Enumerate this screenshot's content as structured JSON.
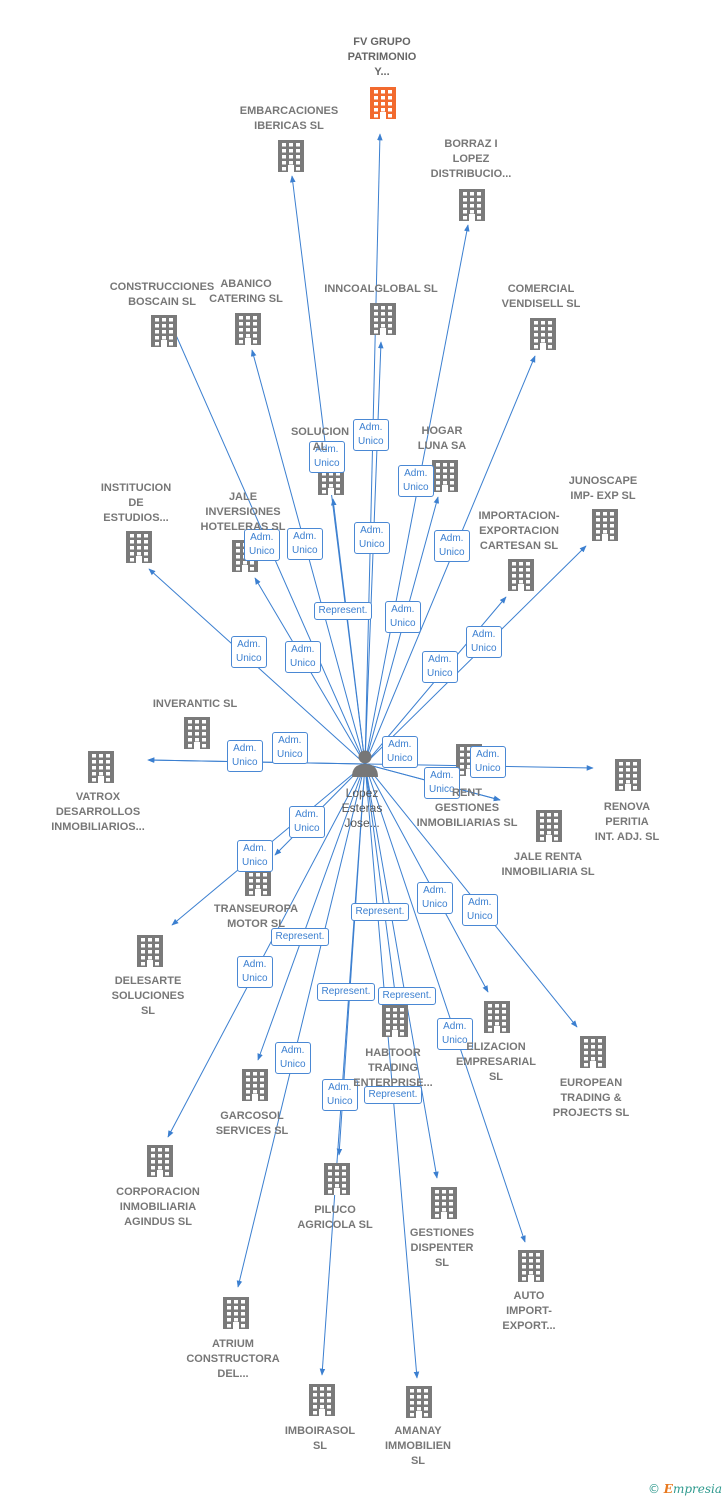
{
  "colors": {
    "edge": "#3b7fd0",
    "building": "#7a7a7a",
    "focus_building": "#f26a2e",
    "person": "#777777"
  },
  "person": {
    "label": "Lopez\nEsteras\nJose..."
  },
  "companies": [
    {
      "id": "fv",
      "label": "FV GRUPO\nPATRIMONIO\nY...",
      "focus": true
    },
    {
      "id": "embarcaciones",
      "label": "EMBARCACIONES\nIBERICAS SL"
    },
    {
      "id": "borraz",
      "label": "BORRAZ I\nLOPEZ\nDISTRIBUCIO..."
    },
    {
      "id": "construcciones",
      "label": "CONSTRUCCIONES\nBOSCAIN  SL"
    },
    {
      "id": "abanico",
      "label": "ABANICO\nCATERING SL"
    },
    {
      "id": "inncoal",
      "label": "INNCOALGLOBAL SL"
    },
    {
      "id": "comercial",
      "label": "COMERCIAL\nVENDISELL SL"
    },
    {
      "id": "solucion",
      "label": "SOLUCION\nAL"
    },
    {
      "id": "hogar",
      "label": "HOGAR\nLUNA SA"
    },
    {
      "id": "institucion",
      "label": "INSTITUCION\nDE\nESTUDIOS..."
    },
    {
      "id": "jale_inv",
      "label": "JALE\nINVERSIONES\nHOTELERAS SL"
    },
    {
      "id": "junoscape",
      "label": "JUNOSCAPE\nIMP- EXP  SL"
    },
    {
      "id": "importacion",
      "label": "IMPORTACION-\nEXPORTACION\nCARTESAN  SL"
    },
    {
      "id": "inverantic",
      "label": "INVERANTIC SL"
    },
    {
      "id": "vatrox",
      "label": "VATROX\nDESARROLLOS\nINMOBILIARIOS..."
    },
    {
      "id": "gestiones_inm",
      "label": "RENT\nGESTIONES\nINMOBILIARIAS SL"
    },
    {
      "id": "renova",
      "label": "RENOVA\nPERITIA\nINT. ADJ.  SL"
    },
    {
      "id": "jale_renta",
      "label": "JALE RENTA\nINMOBILIARIA SL"
    },
    {
      "id": "transeuropa",
      "label": "TRANSEUROPA\nMOTOR  SL"
    },
    {
      "id": "delesarte",
      "label": "DELESARTE\nSOLUCIONES\nSL"
    },
    {
      "id": "habtoor",
      "label": "HABTOOR\nTRADING\nENTERPRISE..."
    },
    {
      "id": "realizacion",
      "label": "ELIZACION\nEMPRESARIAL\nSL"
    },
    {
      "id": "european",
      "label": "EUROPEAN\nTRADING &\nPROJECTS  SL"
    },
    {
      "id": "garcosol",
      "label": "GARCOSOL\nSERVICES  SL"
    },
    {
      "id": "corporacion",
      "label": "CORPORACION\nINMOBILIARIA\nAGINDUS  SL"
    },
    {
      "id": "piluco",
      "label": "PILUCO\nAGRICOLA  SL"
    },
    {
      "id": "gestiones_disp",
      "label": "GESTIONES\nDISPENTER\nSL"
    },
    {
      "id": "auto",
      "label": "AUTO\nIMPORT-\nEXPORT..."
    },
    {
      "id": "atrium",
      "label": "ATRIUM\nCONSTRUCTORA\nDEL..."
    },
    {
      "id": "imboirasol",
      "label": "IMBOIRASOL\nSL"
    },
    {
      "id": "amanay",
      "label": "AMANAY\nIMMOBILIEN\nSL"
    }
  ],
  "edges": [
    {
      "to": "fv",
      "label": "Adm.\nUnico"
    },
    {
      "to": "embarcaciones",
      "label": "Adm.\nUnico"
    },
    {
      "to": "borraz",
      "label": "Adm.\nUnico"
    },
    {
      "to": "construcciones",
      "label": "Adm.\nUnico"
    },
    {
      "to": "abanico",
      "label": "Adm.\nUnico"
    },
    {
      "to": "inncoal",
      "label": "Adm.\nUnico"
    },
    {
      "to": "comercial",
      "label": "Adm.\nUnico"
    },
    {
      "to": "solucion",
      "label": "Represent."
    },
    {
      "to": "hogar",
      "label": "Adm.\nUnico"
    },
    {
      "to": "institucion",
      "label": "Adm.\nUnico"
    },
    {
      "to": "jale_inv",
      "label": "Adm.\nUnico"
    },
    {
      "to": "junoscape",
      "label": "Adm.\nUnico"
    },
    {
      "to": "importacion",
      "label": "Adm.\nUnico"
    },
    {
      "to": "inverantic",
      "label": "Adm.\nUnico"
    },
    {
      "to": "vatrox",
      "label": "Adm.\nUnico"
    },
    {
      "to": "gestiones_inm",
      "label": "Adm.\nUnico"
    },
    {
      "to": "renova",
      "label": "Adm.\nUnico"
    },
    {
      "to": "jale_renta",
      "label": "Adm.\nUnico"
    },
    {
      "to": "transeuropa",
      "label": "Adm.\nUnico"
    },
    {
      "to": "delesarte",
      "label": "Adm.\nUnico"
    },
    {
      "to": "habtoor",
      "label": "Represent."
    },
    {
      "to": "realizacion",
      "label": "Adm.\nUnico"
    },
    {
      "to": "european",
      "label": "Adm.\nUnico"
    },
    {
      "to": "garcosol",
      "label": "Represent."
    },
    {
      "to": "corporacion",
      "label": "Adm.\nUnico"
    },
    {
      "to": "piluco",
      "label": "Represent."
    },
    {
      "to": "gestiones_disp",
      "label": "Represent."
    },
    {
      "to": "auto",
      "label": "Adm.\nUnico"
    },
    {
      "to": "atrium",
      "label": "Adm.\nUnico"
    },
    {
      "to": "imboirasol",
      "label": "Adm.\nUnico"
    },
    {
      "to": "amanay",
      "label": "Represent."
    }
  ],
  "footer": {
    "copyright": "©",
    "brand_first": "E",
    "brand_rest": "mpresia"
  }
}
